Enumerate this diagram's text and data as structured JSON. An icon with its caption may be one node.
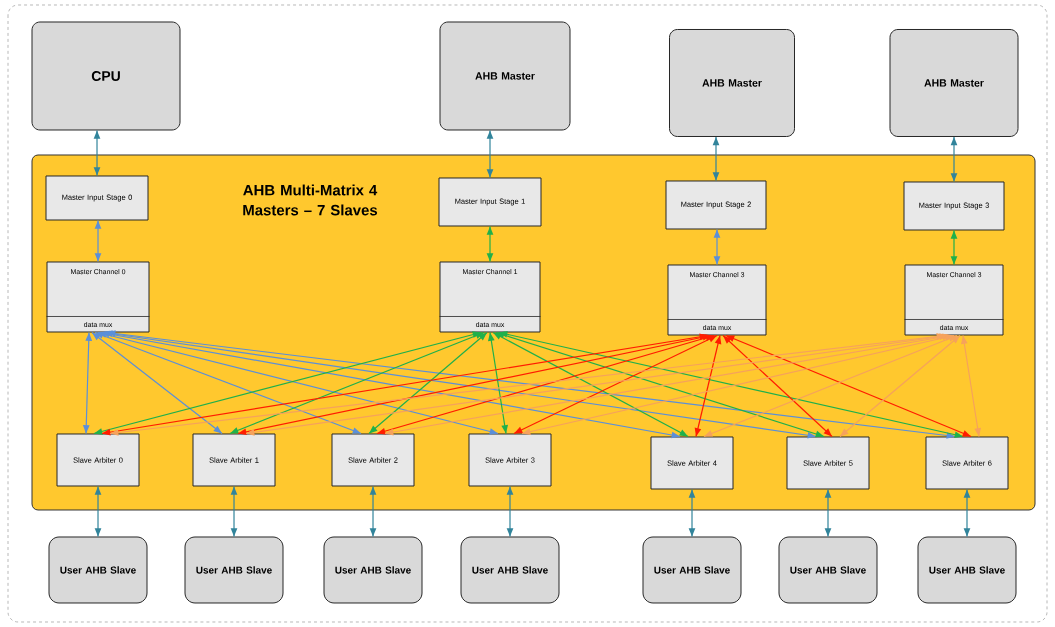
{
  "diagram": {
    "nodes": [
      {
        "text": [
          "CPU"
        ]
      },
      {
        "text": [
          "AHB Master"
        ]
      },
      {
        "text": [
          "AHB Master"
        ]
      },
      {
        "text": [
          "AHB Master"
        ]
      },
      {
        "text": [
          "AHB Multi-Matrix 4 Masters – 7 Slaves"
        ]
      },
      {
        "text": [
          "Master Input Stage 0"
        ],
        "in": 4
      },
      {
        "text": [
          "Master Input Stage 1"
        ],
        "in": 4
      },
      {
        "text": [
          "Master Input Stage 2"
        ],
        "in": 4
      },
      {
        "text": [
          "Master Input Stage 3"
        ],
        "in": 4
      },
      {
        "text": [
          "Master Channel 0",
          "data mux"
        ],
        "in": 4
      },
      {
        "text": [
          "Master Channel 1",
          "data mux"
        ],
        "in": 4
      },
      {
        "text": [
          "Master Channel 3",
          "data mux"
        ],
        "in": 4
      },
      {
        "text": [
          "Master Channel 3",
          "data mux"
        ],
        "in": 4
      },
      {
        "text": [
          "Slave Arbiter 0"
        ],
        "in": 4
      },
      {
        "text": [
          "Slave Arbiter 1"
        ],
        "in": 4
      },
      {
        "text": [
          "Slave Arbiter 2"
        ],
        "in": 4
      },
      {
        "text": [
          "Slave Arbiter 3"
        ],
        "in": 4
      },
      {
        "text": [
          "Slave Arbiter 4"
        ],
        "in": 4
      },
      {
        "text": [
          "Slave Arbiter 5"
        ],
        "in": 4
      },
      {
        "text": [
          "Slave Arbiter 6"
        ],
        "in": 4
      },
      {
        "text": [
          "User AHB Slave"
        ]
      },
      {
        "text": [
          "User AHB Slave"
        ]
      },
      {
        "text": [
          "User AHB Slave"
        ]
      },
      {
        "text": [
          "User AHB Slave"
        ]
      },
      {
        "text": [
          "User AHB Slave"
        ]
      },
      {
        "text": [
          "User AHB Slave"
        ]
      },
      {
        "text": [
          "User AHB Slave"
        ]
      }
    ],
    "edges": [
      {
        "from": 0,
        "to": 5,
        "arrow": "both",
        "color": "#31849b"
      },
      {
        "from": 1,
        "to": 6,
        "arrow": "both",
        "color": "#31849b"
      },
      {
        "from": 2,
        "to": 7,
        "arrow": "both",
        "color": "#31849b"
      },
      {
        "from": 3,
        "to": 8,
        "arrow": "both",
        "color": "#31849b"
      },
      {
        "from": 5,
        "to": 9,
        "arrow": "both",
        "color": "#5b8fd9"
      },
      {
        "from": 6,
        "to": 10,
        "arrow": "both",
        "color": "#1fb04b"
      },
      {
        "from": 7,
        "to": 11,
        "arrow": "both",
        "color": "#5b8fd9"
      },
      {
        "from": 8,
        "to": 12,
        "arrow": "both",
        "color": "#1fb04b"
      },
      {
        "from": 9,
        "to": 13,
        "arrow": "both",
        "color": "#5b8fd9"
      },
      {
        "from": 9,
        "to": 14,
        "arrow": "both",
        "color": "#5b8fd9"
      },
      {
        "from": 9,
        "to": 15,
        "arrow": "both",
        "color": "#5b8fd9"
      },
      {
        "from": 9,
        "to": 16,
        "arrow": "both",
        "color": "#5b8fd9"
      },
      {
        "from": 9,
        "to": 17,
        "arrow": "both",
        "color": "#5b8fd9"
      },
      {
        "from": 9,
        "to": 18,
        "arrow": "both",
        "color": "#5b8fd9"
      },
      {
        "from": 9,
        "to": 19,
        "arrow": "both",
        "color": "#5b8fd9"
      },
      {
        "from": 10,
        "to": 13,
        "arrow": "both",
        "color": "#1fb04b"
      },
      {
        "from": 10,
        "to": 14,
        "arrow": "both",
        "color": "#1fb04b"
      },
      {
        "from": 10,
        "to": 15,
        "arrow": "both",
        "color": "#1fb04b"
      },
      {
        "from": 10,
        "to": 16,
        "arrow": "both",
        "color": "#1fb04b"
      },
      {
        "from": 10,
        "to": 17,
        "arrow": "both",
        "color": "#1fb04b"
      },
      {
        "from": 10,
        "to": 18,
        "arrow": "both",
        "color": "#1fb04b"
      },
      {
        "from": 10,
        "to": 19,
        "arrow": "both",
        "color": "#1fb04b"
      },
      {
        "from": 11,
        "to": 13,
        "arrow": "both",
        "color": "#ff1c00"
      },
      {
        "from": 11,
        "to": 14,
        "arrow": "both",
        "color": "#ff1c00"
      },
      {
        "from": 11,
        "to": 15,
        "arrow": "both",
        "color": "#ff1c00"
      },
      {
        "from": 11,
        "to": 16,
        "arrow": "both",
        "color": "#ff1c00"
      },
      {
        "from": 11,
        "to": 17,
        "arrow": "both",
        "color": "#ff1c00"
      },
      {
        "from": 11,
        "to": 18,
        "arrow": "both",
        "color": "#ff1c00"
      },
      {
        "from": 11,
        "to": 19,
        "arrow": "both",
        "color": "#ff1c00"
      },
      {
        "from": 12,
        "to": 13,
        "arrow": "both",
        "color": "#f6a25c"
      },
      {
        "from": 12,
        "to": 14,
        "arrow": "both",
        "color": "#f6a25c"
      },
      {
        "from": 12,
        "to": 15,
        "arrow": "both",
        "color": "#f6a25c"
      },
      {
        "from": 12,
        "to": 16,
        "arrow": "both",
        "color": "#f6a25c"
      },
      {
        "from": 12,
        "to": 17,
        "arrow": "both",
        "color": "#f6a25c"
      },
      {
        "from": 12,
        "to": 18,
        "arrow": "both",
        "color": "#f6a25c"
      },
      {
        "from": 12,
        "to": 19,
        "arrow": "both",
        "color": "#f6a25c"
      },
      {
        "from": 13,
        "to": 20,
        "arrow": "both",
        "color": "#31849b"
      },
      {
        "from": 14,
        "to": 21,
        "arrow": "both",
        "color": "#31849b"
      },
      {
        "from": 15,
        "to": 22,
        "arrow": "both",
        "color": "#31849b"
      },
      {
        "from": 16,
        "to": 23,
        "arrow": "both",
        "color": "#31849b"
      },
      {
        "from": 17,
        "to": 24,
        "arrow": "both",
        "color": "#31849b"
      },
      {
        "from": 18,
        "to": 25,
        "arrow": "both",
        "color": "#31849b"
      },
      {
        "from": 19,
        "to": 26,
        "arrow": "both",
        "color": "#31849b"
      }
    ]
  }
}
